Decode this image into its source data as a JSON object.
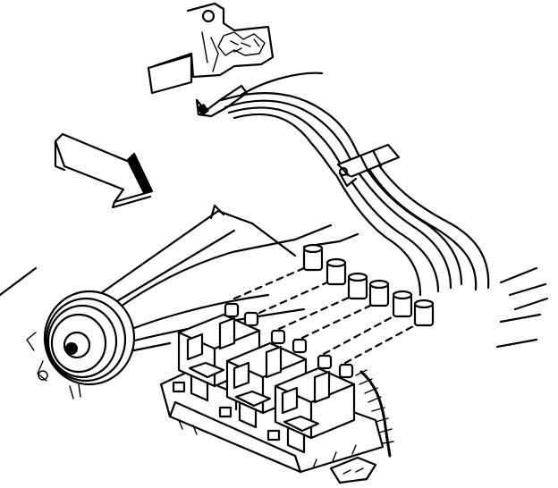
{
  "figure": {
    "ink_color": "#000000",
    "paper_color": "#ffffff",
    "parts": {
      "bracket": "mounting-bracket",
      "arrow": "direction-arrow",
      "clip": "wire-loom-clip",
      "pulley": "crankshaft-pulley",
      "wires": "spark-plug-wires",
      "boots": "wire-boots",
      "coil_pack": "ignition-coil-pack",
      "harness": "coil-harness"
    }
  }
}
